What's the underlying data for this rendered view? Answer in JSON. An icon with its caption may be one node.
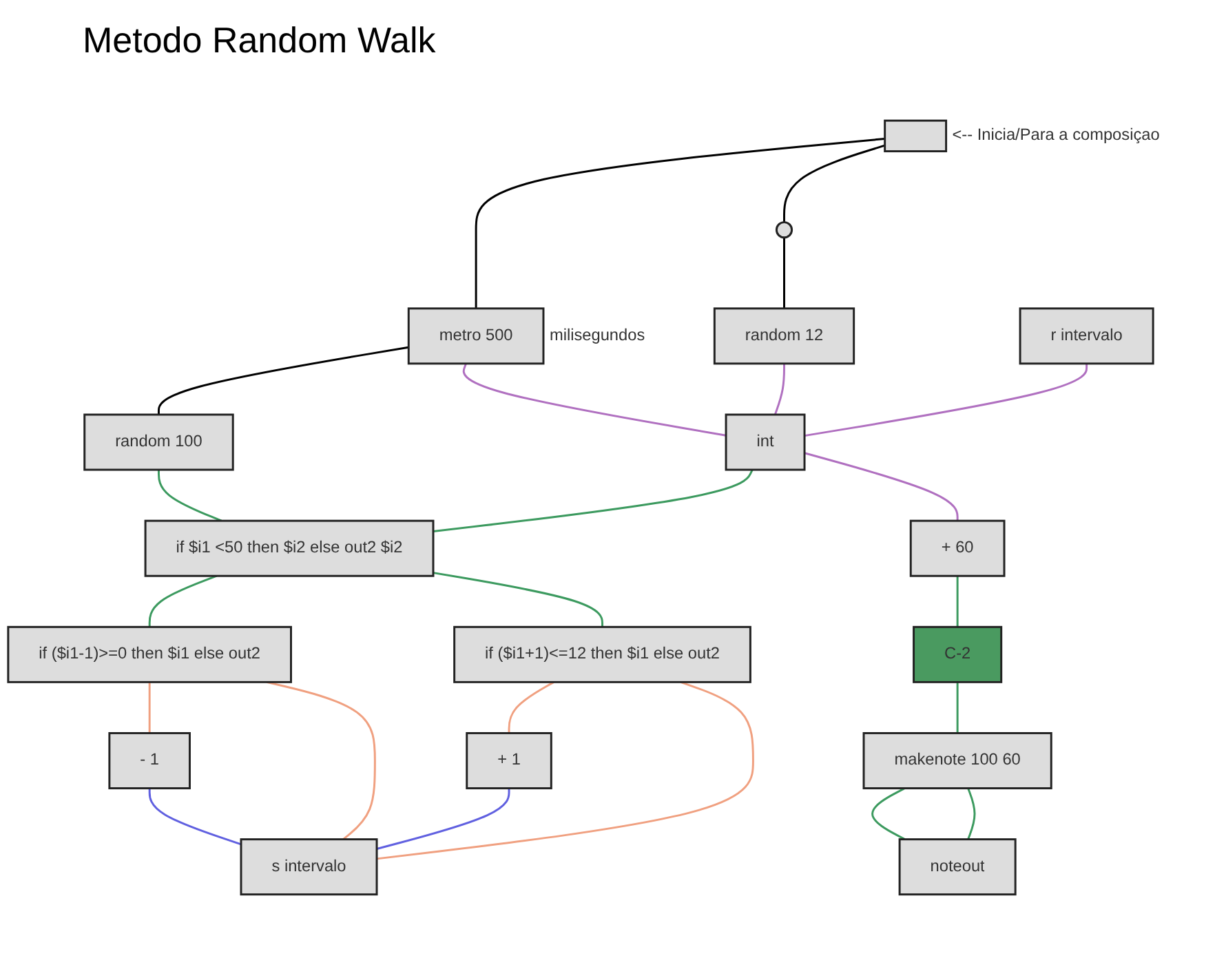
{
  "diagram": {
    "title": "Metodo Random Walk",
    "nodes": [
      {
        "text": [],
        "shape": "box",
        "beside": [
          "<-- Inicia/Para a composiçao"
        ]
      },
      {
        "text": [],
        "shape": "circle"
      },
      {
        "text": [
          "metro 500"
        ],
        "beside": [
          "milisegundos"
        ]
      },
      {
        "text": [
          "random 12"
        ]
      },
      {
        "text": [
          "r intervalo"
        ]
      },
      {
        "text": [
          "random 100"
        ]
      },
      {
        "text": [
          "int"
        ]
      },
      {
        "text": [
          "if $i1 <50 then $i2 else out2 $i2"
        ]
      },
      {
        "text": [
          "+ 60"
        ]
      },
      {
        "text": [
          "C-2"
        ]
      },
      {
        "text": [
          "if ($i1-1)>=0 then $i1 else out2"
        ]
      },
      {
        "text": [
          "if ($i1+1)<=12 then $i1 else out2"
        ]
      },
      {
        "text": [
          "makenote 100 60"
        ]
      },
      {
        "text": [
          "noteout"
        ]
      },
      {
        "text": [
          "- 1"
        ]
      },
      {
        "text": [
          "+ 1"
        ]
      },
      {
        "text": [
          "s intervalo"
        ]
      }
    ],
    "edges": [
      {
        "from": 0,
        "to": 2,
        "arrow": "none",
        "color": "#000000"
      },
      {
        "from": 0,
        "to": 1,
        "arrow": "none",
        "color": "#000000"
      },
      {
        "from": 1,
        "to": 3,
        "arrow": "none",
        "color": "#000000"
      },
      {
        "from": 2,
        "to": 5,
        "arrow": "none",
        "color": "#000000"
      },
      {
        "from": 2,
        "to": 6,
        "arrow": "none",
        "color": "#b070c0"
      },
      {
        "from": 3,
        "to": 6,
        "arrow": "none",
        "color": "#b070c0"
      },
      {
        "from": 4,
        "to": 6,
        "arrow": "none",
        "color": "#b070c0"
      },
      {
        "from": 5,
        "to": 7,
        "arrow": "none"
      },
      {
        "from": 6,
        "to": 7,
        "arrow": "none"
      },
      {
        "from": 6,
        "to": 8,
        "arrow": "none",
        "color": "#b070c0"
      },
      {
        "from": 8,
        "to": 9,
        "arrow": "none"
      },
      {
        "from": 9,
        "to": 12,
        "arrow": "none"
      },
      {
        "from": 12,
        "to": 13,
        "arrow": "none"
      },
      {
        "from": 12,
        "to": 13,
        "arrow": "none"
      },
      {
        "from": 7,
        "to": 10,
        "arrow": "none"
      },
      {
        "from": 7,
        "to": 11,
        "arrow": "none"
      },
      {
        "from": 10,
        "to": 14,
        "arrow": "none",
        "color": "#f0a080"
      },
      {
        "from": 10,
        "to": 16,
        "arrow": "none",
        "color": "#f0a080"
      },
      {
        "from": 11,
        "to": 15,
        "arrow": "none",
        "color": "#f0a080"
      },
      {
        "from": 11,
        "to": 16,
        "arrow": "none",
        "color": "#f0a080"
      },
      {
        "from": 14,
        "to": 16,
        "arrow": "none",
        "color": "#6060e0"
      },
      {
        "from": 15,
        "to": 16,
        "arrow": "none",
        "color": "#6060e0"
      }
    ]
  }
}
